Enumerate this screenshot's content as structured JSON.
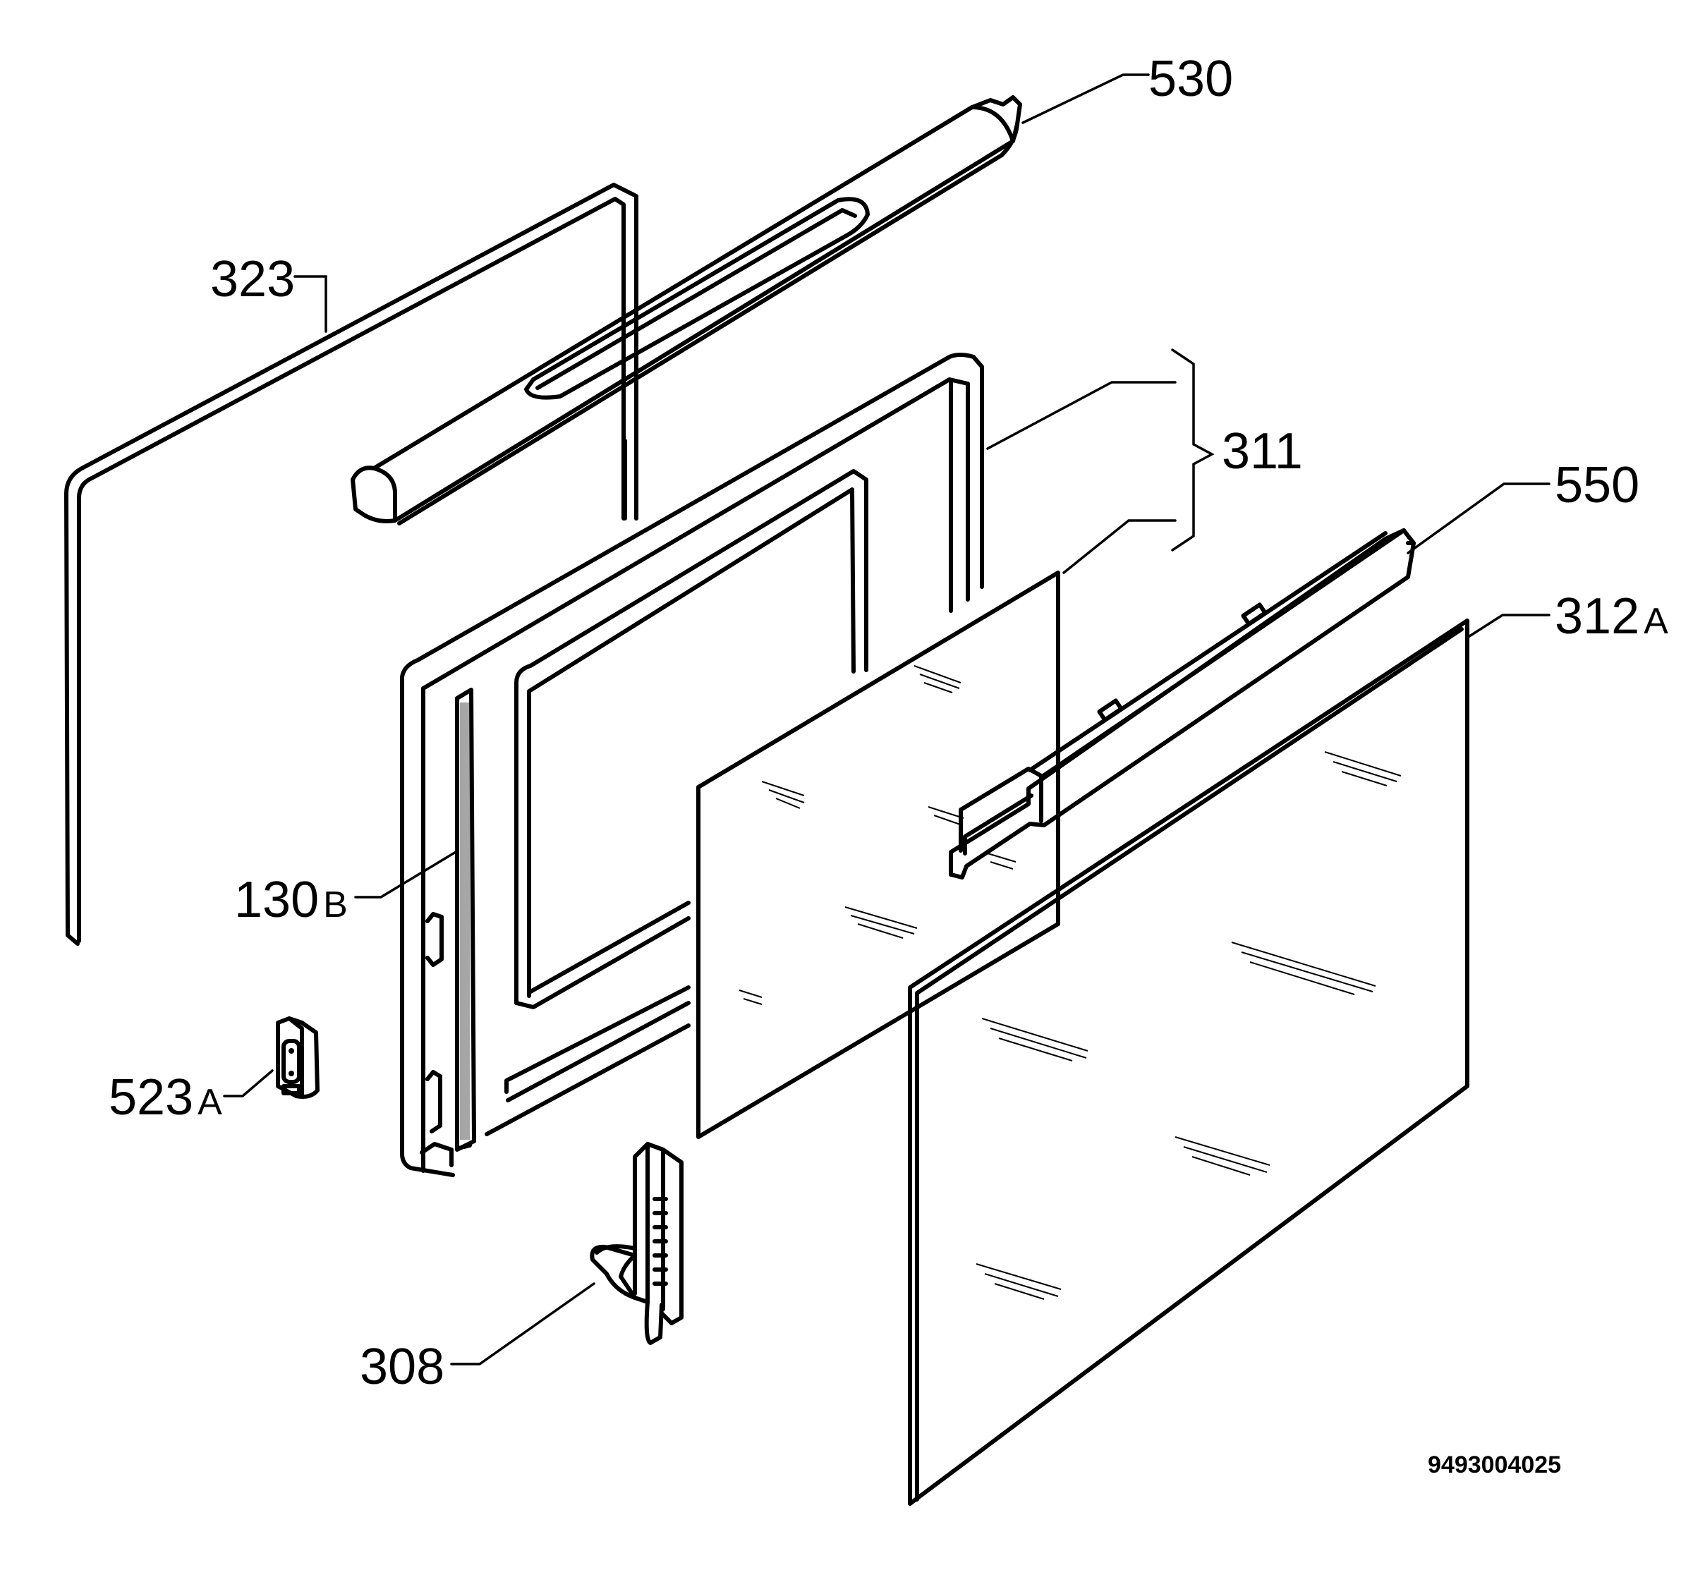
{
  "callouts": {
    "part_530": {
      "number": "530",
      "suffix": ""
    },
    "part_323": {
      "number": "323",
      "suffix": ""
    },
    "part_311": {
      "number": "311",
      "suffix": ""
    },
    "part_550": {
      "number": "550",
      "suffix": ""
    },
    "part_312A": {
      "number": "312",
      "suffix": "A"
    },
    "part_130B": {
      "number": "130",
      "suffix": "B"
    },
    "part_523A": {
      "number": "523",
      "suffix": "A"
    },
    "part_308": {
      "number": "308",
      "suffix": ""
    }
  },
  "document_id": "9493004025"
}
